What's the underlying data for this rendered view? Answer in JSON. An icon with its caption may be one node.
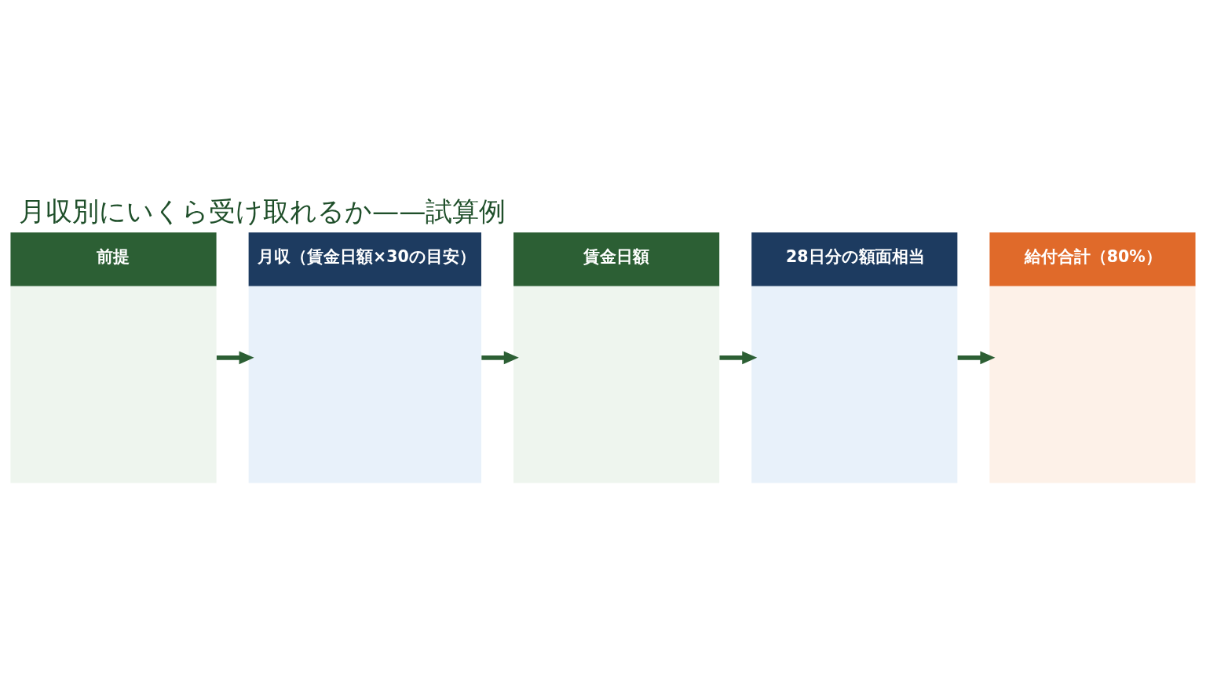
{
  "diagram": {
    "title": "月収別にいくら受け取れるか——試算例",
    "nodes": [
      {
        "text": [
          "前提"
        ]
      },
      {
        "text": [
          "月収（賃金日額×30の目安）"
        ]
      },
      {
        "text": [
          "賃金日額"
        ]
      },
      {
        "text": [
          "28日分の額面相当"
        ]
      },
      {
        "text": [
          "給付合計（80%）"
        ]
      }
    ],
    "edges": [
      {
        "from": 0,
        "to": 1,
        "arrow": "to"
      },
      {
        "from": 1,
        "to": 2,
        "arrow": "to"
      },
      {
        "from": 2,
        "to": 3,
        "arrow": "to"
      },
      {
        "from": 3,
        "to": 4,
        "arrow": "to"
      }
    ]
  }
}
